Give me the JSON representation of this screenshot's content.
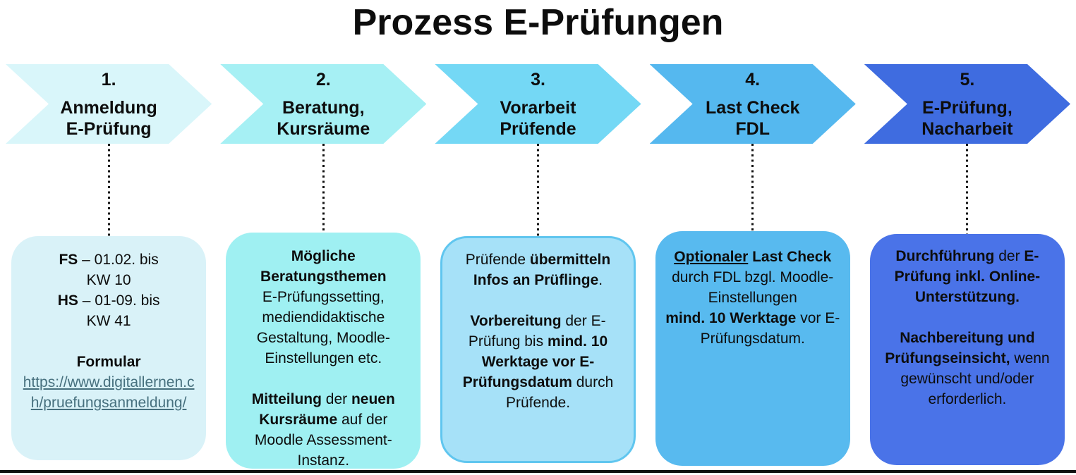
{
  "title": "Prozess E-Prüfungen",
  "divider_color": "#111111",
  "steps": [
    {
      "number": "1.",
      "title": "Anmeldung\nE-Prüfung",
      "chevron_color": "#D9F6FA",
      "box_color": "#D9F2F8",
      "box_border": "",
      "body": [
        {
          "t": "FS",
          "b": true
        },
        {
          "t": " – 01.02. bis\nKW 10\n"
        },
        {
          "t": "HS",
          "b": true
        },
        {
          "t": " – 01-09. bis\nKW 41\n\n"
        },
        {
          "t": "Formular",
          "b": true
        },
        {
          "t": "\n"
        },
        {
          "t": "https://www.digitallernen.ch/pruefungsanmeldung/",
          "link": true
        }
      ]
    },
    {
      "number": "2.",
      "title": "Beratung,\nKursräume",
      "chevron_color": "#A6F0F4",
      "box_color": "#9FF0F2",
      "box_border": "",
      "body": [
        {
          "t": "Mögliche Beratungsthemen",
          "b": true
        },
        {
          "t": "\nE-Prüfungssetting, mediendidaktische Gestaltung, Moodle-Einstellungen etc.\n\n"
        },
        {
          "t": "Mitteilung",
          "b": true
        },
        {
          "t": " der "
        },
        {
          "t": "neuen Kursräume",
          "b": true
        },
        {
          "t": " auf der Moodle Assessment-Instanz."
        }
      ]
    },
    {
      "number": "3.",
      "title": "Vorarbeit\nPrüfende",
      "chevron_color": "#74D8F5",
      "box_color": "#A6E1F8",
      "box_border": "3px solid #60C6EF",
      "body": [
        {
          "t": "Prüfende "
        },
        {
          "t": "übermitteln Infos an Prüflinge",
          "b": true
        },
        {
          "t": ".\n\n"
        },
        {
          "t": "Vorbereitung",
          "b": true
        },
        {
          "t": " der E-Prüfung bis "
        },
        {
          "t": "mind. 10 Werktage vor E-Prüfungsdatum",
          "b": true
        },
        {
          "t": " durch Prüfende."
        }
      ]
    },
    {
      "number": "4.",
      "title": "Last Check\nFDL",
      "chevron_color": "#55B8EF",
      "box_color": "#58BAEF",
      "box_border": "",
      "body": [
        {
          "t": "Optionaler",
          "b": true,
          "u": true
        },
        {
          "t": " Last Check",
          "b": true
        },
        {
          "t": " durch FDL bzgl. Moodle-Einstellungen\n"
        },
        {
          "t": "mind. 10 Werktage",
          "b": true
        },
        {
          "t": " vor E-Prüfungsdatum."
        }
      ]
    },
    {
      "number": "5.",
      "title": "E-Prüfung,\nNacharbeit",
      "chevron_color": "#3F6CE0",
      "box_color": "#4A73E8",
      "box_border": "",
      "body": [
        {
          "t": "Durchführung",
          "b": true
        },
        {
          "t": " der "
        },
        {
          "t": "E-Prüfung inkl. Online-Unterstützung.",
          "b": true
        },
        {
          "t": "\n\n"
        },
        {
          "t": "Nachbereitung und Prüfungseinsicht,",
          "b": true
        },
        {
          "t": " wenn gewünscht und/oder erforderlich."
        }
      ]
    }
  ]
}
